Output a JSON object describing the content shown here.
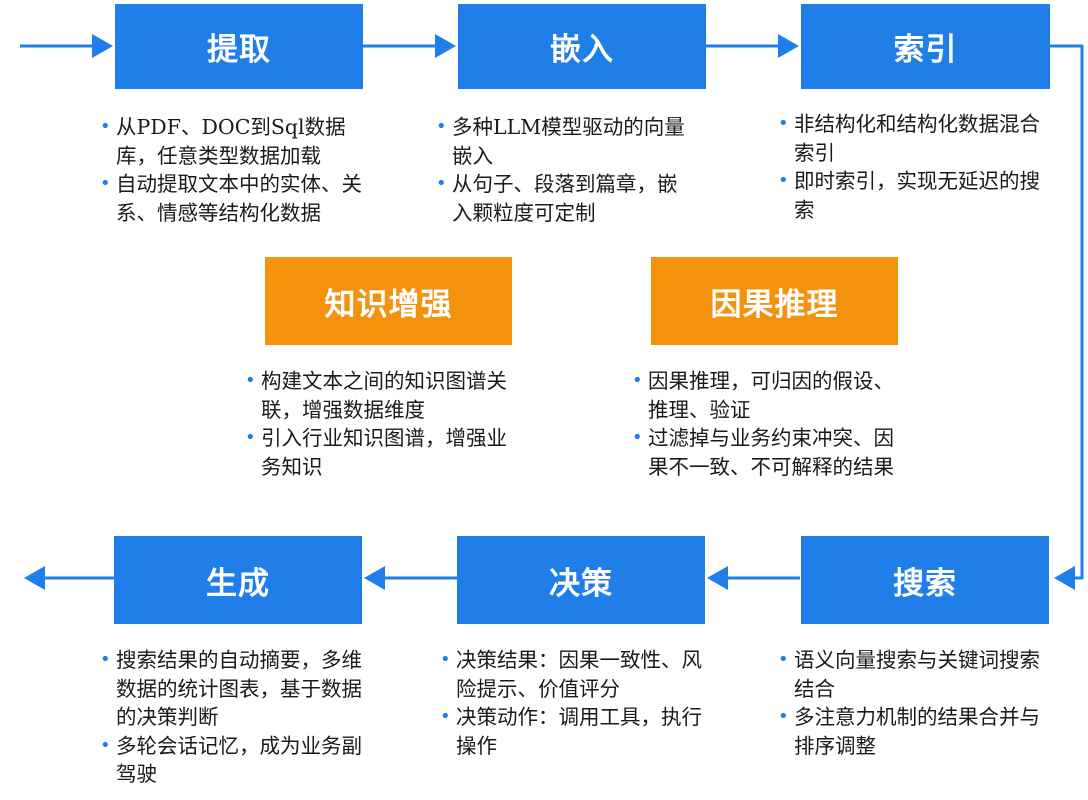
{
  "colors": {
    "blue": "#1f7ee8",
    "orange": "#f5920d"
  },
  "steps": {
    "extract": {
      "title": "提取",
      "bullets": [
        "从PDF、DOC到Sql数据库，任意类型数据加载",
        "自动提取文本中的实体、关系、情感等结构化数据"
      ]
    },
    "embed": {
      "title": "嵌入",
      "bullets": [
        "多种LLM模型驱动的向量嵌入",
        "从句子、段落到篇章，嵌入颗粒度可定制"
      ]
    },
    "index": {
      "title": "索引",
      "bullets": [
        "非结构化和结构化数据混合索引",
        "即时索引，实现无延迟的搜索"
      ]
    },
    "knowledge": {
      "title": "知识增强",
      "bullets": [
        "构建文本之间的知识图谱关联，增强数据维度",
        "引入行业知识图谱，增强业务知识"
      ]
    },
    "causal": {
      "title": "因果推理",
      "bullets": [
        "因果推理，可归因的假设、推理、验证",
        "过滤掉与业务约束冲突、因果不一致、不可解释的结果"
      ]
    },
    "search": {
      "title": "搜索",
      "bullets": [
        "语义向量搜索与关键词搜索结合",
        "多注意力机制的结果合并与排序调整"
      ]
    },
    "decide": {
      "title": "决策",
      "bullets": [
        "决策结果：因果一致性、风险提示、价值评分",
        "决策动作：调用工具，执行操作"
      ]
    },
    "generate": {
      "title": "生成",
      "bullets": [
        "搜索结果的自动摘要，多维数据的统计图表，基于数据的决策判断",
        "多轮会话记忆，成为业务副驾驶"
      ]
    }
  }
}
